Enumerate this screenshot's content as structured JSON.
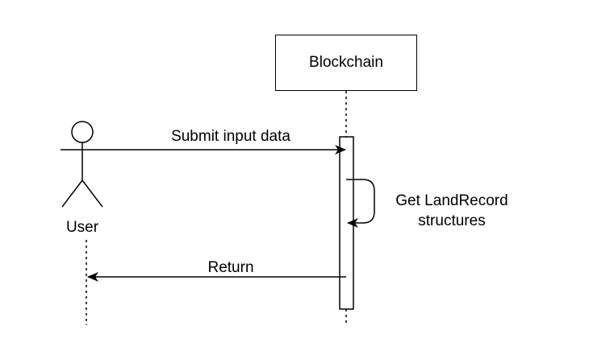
{
  "participant": {
    "name": "Blockchain"
  },
  "actor": {
    "name": "User"
  },
  "messages": {
    "submit": "Submit input data",
    "self_call": "Get LandRecord structures",
    "return": "Return"
  },
  "colors": {
    "stroke": "#000000",
    "background": "#ffffff"
  }
}
